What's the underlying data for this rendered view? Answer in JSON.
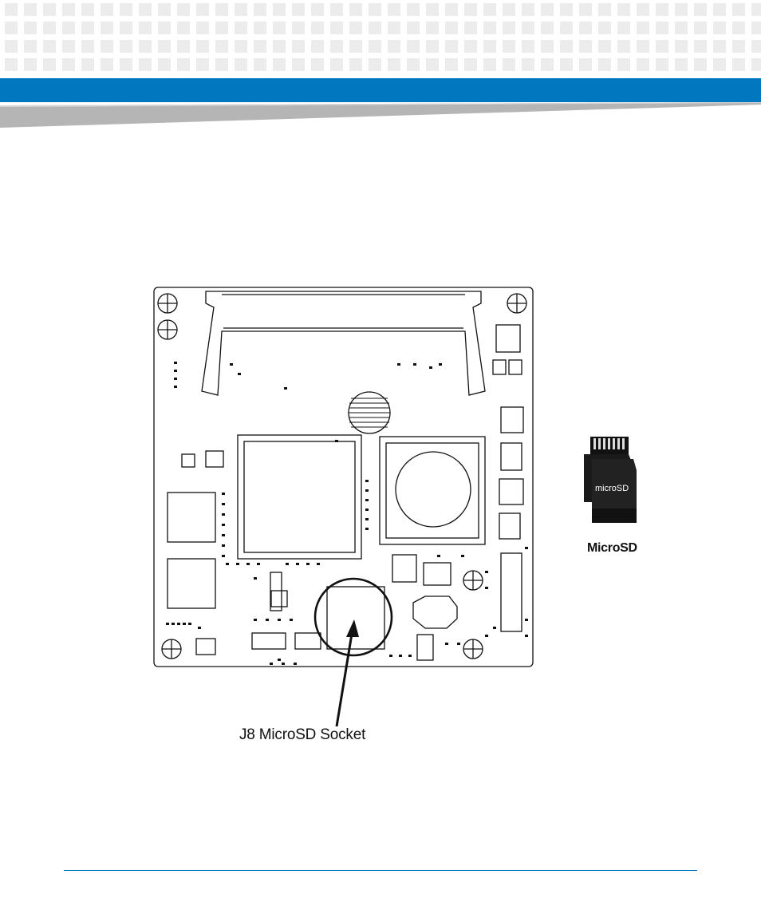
{
  "header": {
    "band_color": "#0077bf",
    "swoosh_color": "#b5b5b5"
  },
  "figure": {
    "socket_label": "J8 MicroSD Socket",
    "card_caption": "MicroSD",
    "card_logo_text": "microSD"
  },
  "footer": {
    "rule_color": "#0077bf"
  }
}
